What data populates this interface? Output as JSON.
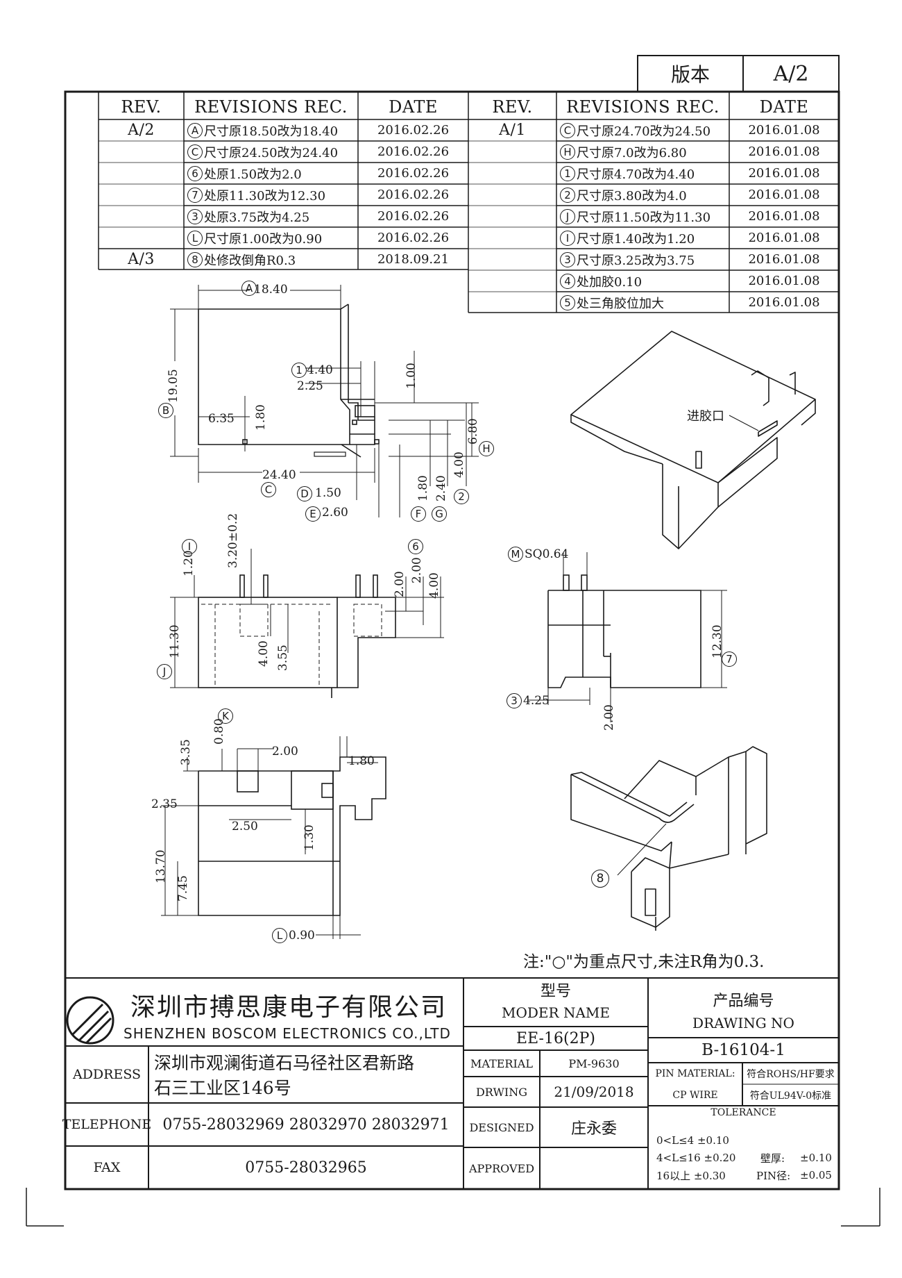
{
  "version_box": {
    "label": "版本",
    "value": "A/2"
  },
  "revisions": {
    "headers": {
      "rev": "REV.",
      "rec": "REVISIONS REC.",
      "date": "DATE"
    },
    "left": [
      {
        "rev": "A/2",
        "mark": "A",
        "text": "尺寸原18.50改为18.40",
        "date": "2016.02.26"
      },
      {
        "rev": "",
        "mark": "C",
        "text": "尺寸原24.50改为24.40",
        "date": "2016.02.26"
      },
      {
        "rev": "",
        "mark": "6",
        "text": "处原1.50改为2.0",
        "date": "2016.02.26"
      },
      {
        "rev": "",
        "mark": "7",
        "text": "处原11.30改为12.30",
        "date": "2016.02.26"
      },
      {
        "rev": "",
        "mark": "3",
        "text": "处原3.75改为4.25",
        "date": "2016.02.26"
      },
      {
        "rev": "",
        "mark": "L",
        "text": "尺寸原1.00改为0.90",
        "date": "2016.02.26"
      },
      {
        "rev": "A/3",
        "mark": "8",
        "text": "处修改倒角R0.3",
        "date": "2018.09.21"
      }
    ],
    "right": [
      {
        "rev": "A/1",
        "mark": "C",
        "text": "尺寸原24.70改为24.50",
        "date": "2016.01.08"
      },
      {
        "rev": "",
        "mark": "H",
        "text": "尺寸原7.0改为6.80",
        "date": "2016.01.08"
      },
      {
        "rev": "",
        "mark": "1",
        "text": "尺寸原4.70改为4.40",
        "date": "2016.01.08"
      },
      {
        "rev": "",
        "mark": "2",
        "text": "尺寸原3.80改为4.0",
        "date": "2016.01.08"
      },
      {
        "rev": "",
        "mark": "J",
        "text": "尺寸原11.50改为11.30",
        "date": "2016.01.08"
      },
      {
        "rev": "",
        "mark": "I",
        "text": "尺寸原1.40改为1.20",
        "date": "2016.01.08"
      },
      {
        "rev": "",
        "mark": "3",
        "text": "尺寸原3.25改为3.75",
        "date": "2016.01.08"
      },
      {
        "rev": "",
        "mark": "4",
        "text": "处加胶0.10",
        "date": "2016.01.08"
      },
      {
        "rev": "",
        "mark": "5",
        "text": "处三角胶位加大",
        "date": "2016.01.08"
      }
    ]
  },
  "dims": {
    "top_view": {
      "a": "18.40",
      "b": "19.05",
      "c": "24.40",
      "d": "1.50",
      "e": "2.60",
      "f": "1.80",
      "g": "2.40",
      "h": "6.80",
      "i1": "4.40",
      "d225": "2.25",
      "d100": "1.00",
      "d635": "6.35",
      "d180": "1.80",
      "d400": "4.00",
      "m_A": "A",
      "m_B": "B",
      "m_C": "C",
      "m_D": "D",
      "m_E": "E",
      "m_F": "F",
      "m_G": "G",
      "m_H": "H",
      "m_1": "1",
      "m_2": "2"
    },
    "front_view": {
      "d120": "1.20",
      "d320": "3.20±0.2",
      "d1130": "11.30",
      "d400": "4.00",
      "d355": "3.55",
      "d200a": "2.00",
      "d200b": "2.00",
      "d400b": "4.00",
      "m_I": "I",
      "m_J": "J",
      "m_6": "6"
    },
    "side_view": {
      "sq": "SQ0.64",
      "d1230": "12.30",
      "d425": "4.25",
      "d200": "2.00",
      "m_M": "M",
      "m_7": "7",
      "m_3": "3"
    },
    "bottom_view": {
      "d335": "3.35",
      "d080": "0.80",
      "d200": "2.00",
      "d180": "1.80",
      "d235": "2.35",
      "d250": "2.50",
      "d130": "1.30",
      "d1370": "13.70",
      "d745": "7.45",
      "d090": "0.90",
      "m_K": "K",
      "m_L": "L"
    },
    "iso": {
      "gate_label": "进胶口",
      "m_8": "8"
    }
  },
  "note": "注:\"○\"为重点尺寸,未注R角为0.3.",
  "title_block": {
    "company_cn": "深圳市搏思康电子有限公司",
    "company_en": "SHENZHEN BOSCOM ELECTRONICS CO.,LTD",
    "address_label": "ADDRESS",
    "address_line1": "深圳市观澜街道石马径社区君新路",
    "address_line2": "石三工业区146号",
    "telephone_label": "TELEPHONE",
    "telephone": "0755-28032969  28032970  28032971",
    "fax_label": "FAX",
    "fax": "0755-28032965",
    "model_label_cn": "型号",
    "model_label_en": "MODER NAME",
    "model": "EE-16(2P)",
    "drawing_no_label_cn": "产品编号",
    "drawing_no_label_en": "DRAWING NO",
    "drawing_no": "B-16104-1",
    "material_label": "MATERIAL",
    "material": "PM-9630",
    "drwing_label": "DRWING",
    "drwing_date": "21/09/2018",
    "designed_label": "DESIGNED",
    "designed": "庄永委",
    "approved_label": "APPROVED",
    "pin_material_label": "PIN MATERIAL:",
    "pin_material_value": "符合ROHS/HF要求",
    "cp_wire_label": "CP WIRE",
    "cp_wire_value": "符合UL94V-0标准",
    "tolerance_label": "TOLERANCE",
    "tol1": "0<L≤4  ±0.10",
    "tol2": "4<L≤16  ±0.20",
    "tol3": "16以上     ±0.30",
    "wall_label": "壁厚:",
    "wall_value": "±0.10",
    "pin_dia_label": "PIN径:",
    "pin_dia_value": "±0.05"
  }
}
